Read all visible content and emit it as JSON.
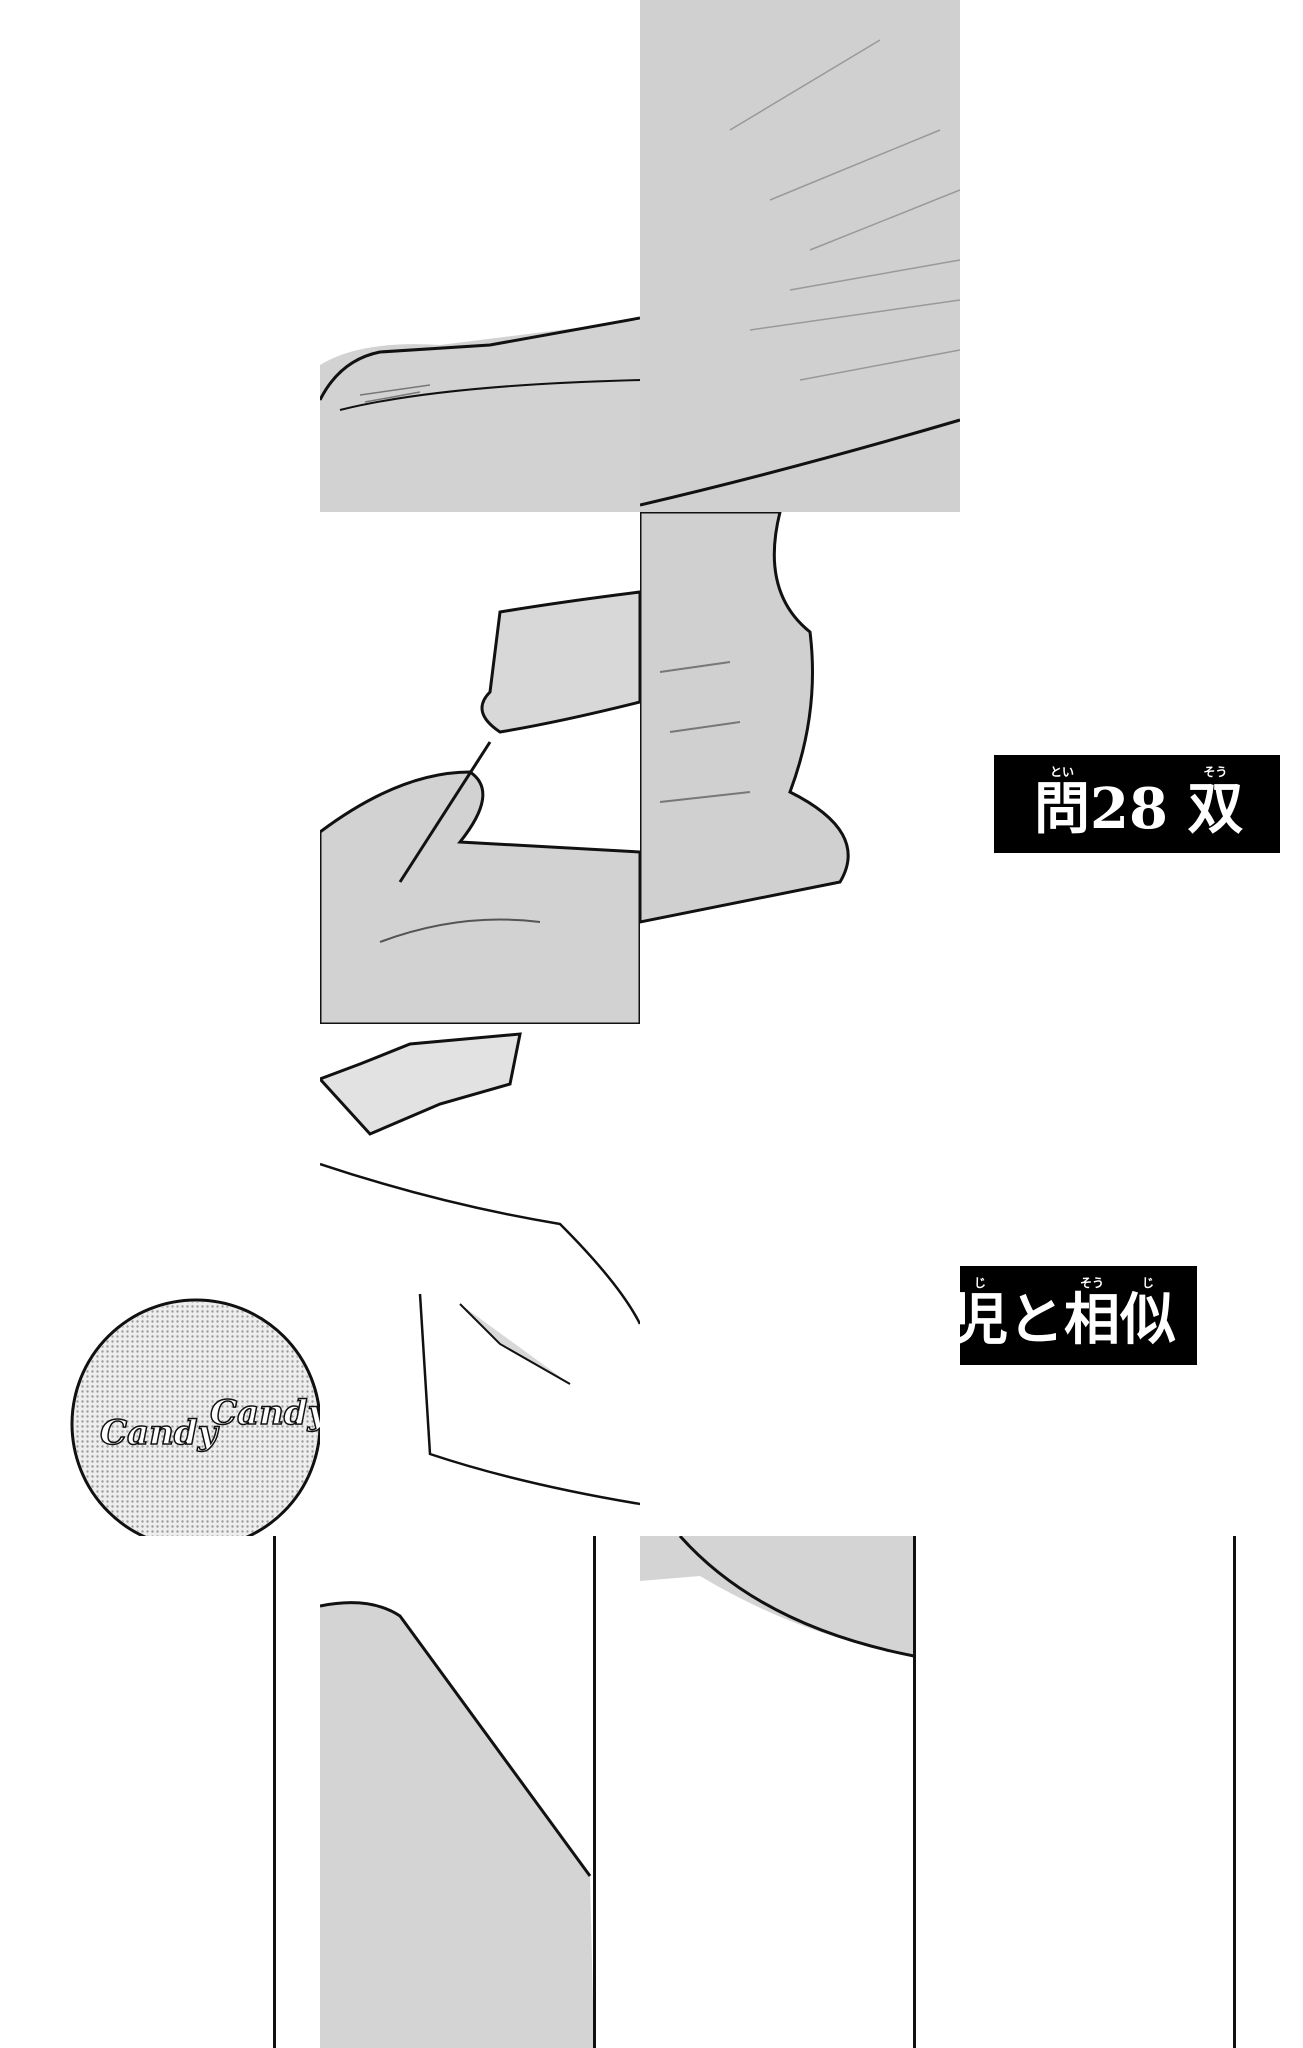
{
  "title_part1": {
    "kanji_1": "問",
    "ruby_1": "とい",
    "number": "28",
    "kanji_2": "双",
    "ruby_2": "そう"
  },
  "title_part2": {
    "ruby_ji": "じ",
    "kanji_ji": "児",
    "particle": "と",
    "kanji_3": "相",
    "ruby_3": "そう",
    "kanji_4": "似",
    "ruby_4": "じ"
  },
  "candy_label": "Candy",
  "colors": {
    "screentone": "#cfcfcf",
    "ink": "#111111",
    "title_bg": "#000000"
  }
}
